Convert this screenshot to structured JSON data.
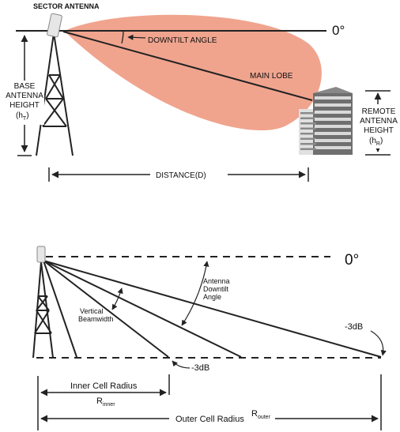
{
  "colors": {
    "lobe": "#f0a48e",
    "line": "#222222",
    "building": "#6f6f6f",
    "accent": "#f0a48e"
  },
  "top": {
    "sector_antenna": "SECTOR ANTENNA",
    "zero_deg": "0°",
    "downtilt_angle": "DOWNTILT ANGLE",
    "main_lobe": "MAIN LOBE",
    "base_height": [
      "BASE",
      "ANTENNA",
      "HEIGHT"
    ],
    "base_symbol": "(h",
    "base_sub": "T",
    "remote_height": [
      "REMOTE",
      "ANTENNA",
      "HEIGHT"
    ],
    "remote_symbol": "(h",
    "remote_sub": "R",
    "close_paren": ")",
    "distance": "DISTANCE(D)"
  },
  "bottom": {
    "zero_deg": "0°",
    "antenna_downtilt": [
      "Antenna",
      "Downtilt",
      "Angle"
    ],
    "vertical_beamwidth": [
      "Vertical",
      "Beamwidth"
    ],
    "minus3db_right": "-3dB",
    "minus3db_left": "-3dB",
    "inner_radius": "Inner Cell Radius",
    "r_inner": "R",
    "r_inner_sub": "inner",
    "outer_radius": "Outer Cell Radius",
    "r_outer": "R",
    "r_outer_sub": "outer"
  }
}
